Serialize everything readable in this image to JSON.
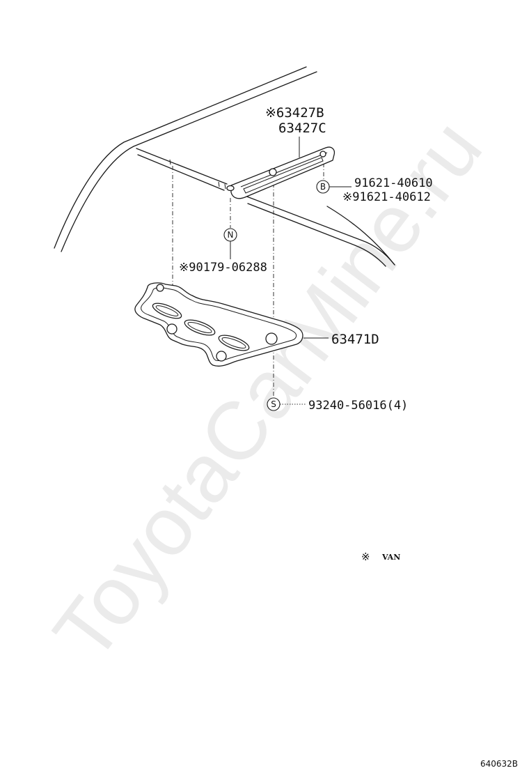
{
  "watermark": "ToyotaCarMine.ru",
  "labels": {
    "part_63427b": "※63427B",
    "part_63427c": "63427C",
    "part_91621_40610": "91621-40610",
    "part_91621_40612": "※91621-40612",
    "part_90179_06288": "※90179-06288",
    "part_63471d": "63471D",
    "part_93240_56016": "93240-56016(4)"
  },
  "callouts": {
    "b": "B",
    "n": "N",
    "s": "S"
  },
  "note": {
    "symbol": "※",
    "text": "VAN"
  },
  "diagram_code": "640632B"
}
